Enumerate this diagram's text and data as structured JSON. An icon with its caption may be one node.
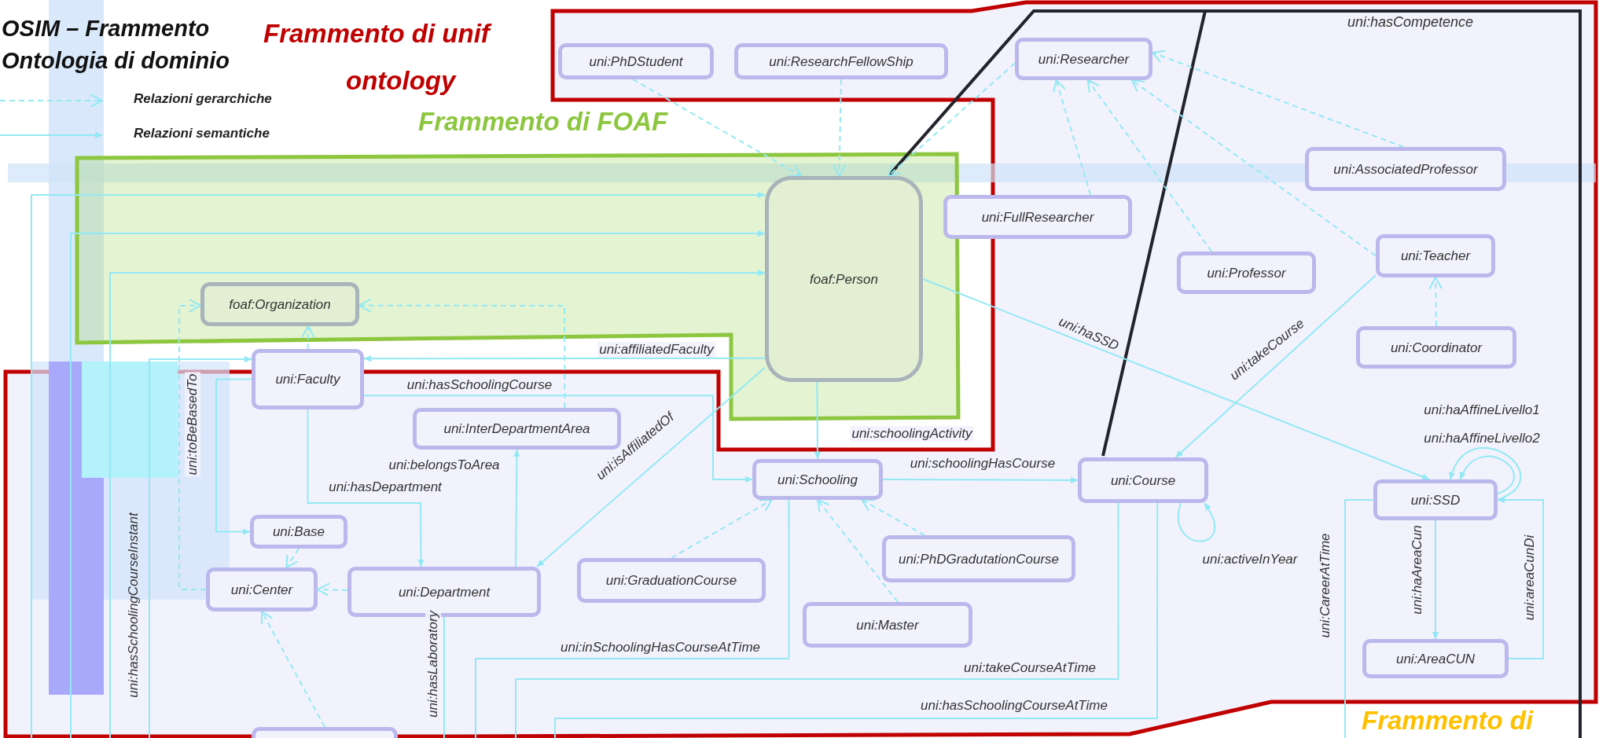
{
  "diagram": {
    "title": "OSIM – Frammento Ontologia di dominio",
    "nodes": [
      {
        "text": [
          "uni:PhDStudent"
        ]
      },
      {
        "text": [
          "uni:ResearchFellowShip"
        ]
      },
      {
        "text": [
          "uni:Researcher"
        ]
      },
      {
        "text": [
          "uni:AssociatedProfessor"
        ]
      },
      {
        "text": [
          "foaf:Person"
        ]
      },
      {
        "text": [
          "uni:FullResearcher"
        ]
      },
      {
        "text": [
          "uni:Professor"
        ]
      },
      {
        "text": [
          "uni:Teacher"
        ]
      },
      {
        "text": [
          "foaf:Organization"
        ]
      },
      {
        "text": [
          "uni:Coordinator"
        ]
      },
      {
        "text": [
          "uni:Faculty"
        ]
      },
      {
        "text": [
          "uni:InterDepartmentArea"
        ]
      },
      {
        "text": [
          "uni:Schooling"
        ]
      },
      {
        "text": [
          "uni:Course"
        ]
      },
      {
        "text": [
          "uni:SSD"
        ]
      },
      {
        "text": [
          "uni:Base"
        ]
      },
      {
        "text": [
          "uni:Center"
        ]
      },
      {
        "text": [
          "uni:Department"
        ]
      },
      {
        "text": [
          "uni:GraduationCourse"
        ]
      },
      {
        "text": [
          "uni:PhDGradutationCourse"
        ]
      },
      {
        "text": [
          "uni:Master"
        ]
      },
      {
        "text": [
          "uni:AreaCUN"
        ]
      },
      {
        "text": [],
        "shape": "box"
      }
    ],
    "edges": [
      {
        "from": 0,
        "to": 4,
        "arrow": "to",
        "style": "dashed"
      },
      {
        "from": 1,
        "to": 4,
        "arrow": "to",
        "style": "dashed"
      },
      {
        "from": 2,
        "to": 4,
        "arrow": "to",
        "style": "dashed"
      },
      {
        "from": 5,
        "to": 2,
        "arrow": "to",
        "style": "dashed"
      },
      {
        "from": 6,
        "to": 2,
        "arrow": "to",
        "style": "dashed"
      },
      {
        "from": 7,
        "to": 2,
        "arrow": "to",
        "style": "dashed"
      },
      {
        "from": 3,
        "to": 2,
        "arrow": "to",
        "style": "dashed"
      },
      {
        "from": 9,
        "to": 7,
        "arrow": "to",
        "style": "dashed"
      },
      {
        "from": 11,
        "to": 8,
        "arrow": "to",
        "style": "dashed"
      },
      {
        "from": 16,
        "to": 8,
        "arrow": "to",
        "style": "dashed"
      },
      {
        "from": 17,
        "to": 16,
        "arrow": "to",
        "style": "dashed"
      },
      {
        "from": 15,
        "to": 16,
        "arrow": "to",
        "style": "dashed"
      },
      {
        "from": 22,
        "to": 16,
        "arrow": "to",
        "style": "dashed"
      },
      {
        "from": 18,
        "to": 12,
        "arrow": "to",
        "style": "dashed"
      },
      {
        "from": 20,
        "to": 12,
        "arrow": "to",
        "style": "dashed"
      },
      {
        "from": 19,
        "to": 12,
        "arrow": "to",
        "style": "dashed"
      },
      {
        "from": 10,
        "to": 8,
        "arrow": "to",
        "style": "dashed"
      },
      {
        "from": 10,
        "to": 15,
        "arrow": "to",
        "label": "uni:toBeBasedTo"
      },
      {
        "from": 10,
        "to": 17,
        "arrow": "to",
        "label": "uni:hasDepartment"
      },
      {
        "from": 17,
        "to": 11,
        "arrow": "to",
        "label": "uni:belongsToArea"
      },
      {
        "from": 4,
        "to": 17,
        "arrow": "to",
        "label": "uni:isAffiliatedOf"
      },
      {
        "from": 4,
        "to": 10,
        "arrow": "to",
        "label": "uni:affiliatedFaculty"
      },
      {
        "from": 10,
        "to": 12,
        "arrow": "to",
        "label": "uni:hasSchoolingCourse"
      },
      {
        "from": 4,
        "to": 12,
        "arrow": "to",
        "label": "uni:schoolingActivity"
      },
      {
        "from": 12,
        "to": 13,
        "arrow": "to",
        "label": "uni:schoolingHasCourse"
      },
      {
        "from": 4,
        "to": 14,
        "arrow": "to",
        "label": "uni:haSSD"
      },
      {
        "from": 7,
        "to": 13,
        "arrow": "to",
        "label": "uni:takeCourse"
      },
      {
        "from": 13,
        "to": 13,
        "arrow": "to",
        "label": "uni:activeInYear"
      },
      {
        "from": 14,
        "to": 14,
        "arrow": "to",
        "label": "uni:haAffineLivello1"
      },
      {
        "from": 14,
        "to": 14,
        "arrow": "to",
        "label": "uni:haAffineLivello2"
      },
      {
        "from": 14,
        "to": 21,
        "arrow": "to",
        "label": "uni:haAreaCun"
      },
      {
        "from": 21,
        "to": 14,
        "arrow": "to",
        "label": "uni:areaCunDi"
      },
      {
        "from": 14,
        "to": null,
        "arrow": "none",
        "label": "uni:CareerAtTime"
      },
      {
        "from": 17,
        "to": null,
        "arrow": "none",
        "label": "uni:hasLaboratory"
      },
      {
        "from": 12,
        "to": null,
        "arrow": "none",
        "label": "uni:inSchoolingHasCourseAtTime"
      },
      {
        "from": 13,
        "to": null,
        "arrow": "none",
        "label": "uni:takeCourseAtTime"
      },
      {
        "from": 13,
        "to": null,
        "arrow": "none",
        "label": "uni:hasSchoolingCourseAtTime"
      },
      {
        "from": null,
        "to": 4,
        "arrow": "to"
      },
      {
        "from": null,
        "to": 4,
        "arrow": "to"
      },
      {
        "from": null,
        "to": 4,
        "arrow": "to"
      },
      {
        "from": null,
        "to": 10,
        "arrow": "to"
      }
    ],
    "labels": [
      "Frammento di unif",
      "ontology",
      "Frammento di FOAF",
      "uni:hasCompetence",
      "uni:hasSchoolingCourseInstant",
      "Frammento di"
    ],
    "legend": [
      {
        "text": "Relazioni gerarchiche"
      },
      {
        "text": "Relazioni semantiche"
      }
    ]
  }
}
